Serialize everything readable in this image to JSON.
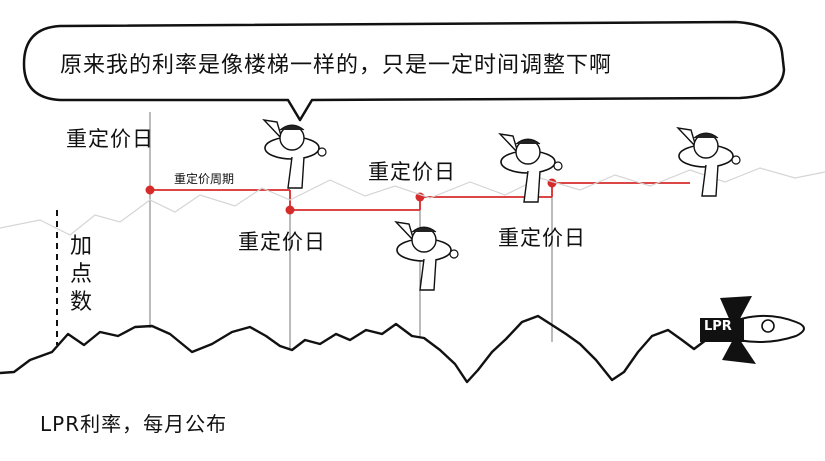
{
  "speech_bubble": {
    "text": "原来我的利率是像楼梯一样的，只是一定时间调整下啊"
  },
  "reset_labels": [
    "重定价日",
    "重定价日",
    "重定价日",
    "重定价日"
  ],
  "period_label": "重定价周期",
  "spread_label": "加点数",
  "bottom_caption": "LPR利率，每月公布",
  "lpr_badge": "LPR",
  "colors": {
    "ink": "#111111",
    "step_line": "#d62b2b",
    "guide_line": "#777777",
    "background": "#ffffff"
  },
  "icons": [
    "cartoon-pilot-airplane-icon",
    "lpr-rocket-icon",
    "mountain-line"
  ]
}
